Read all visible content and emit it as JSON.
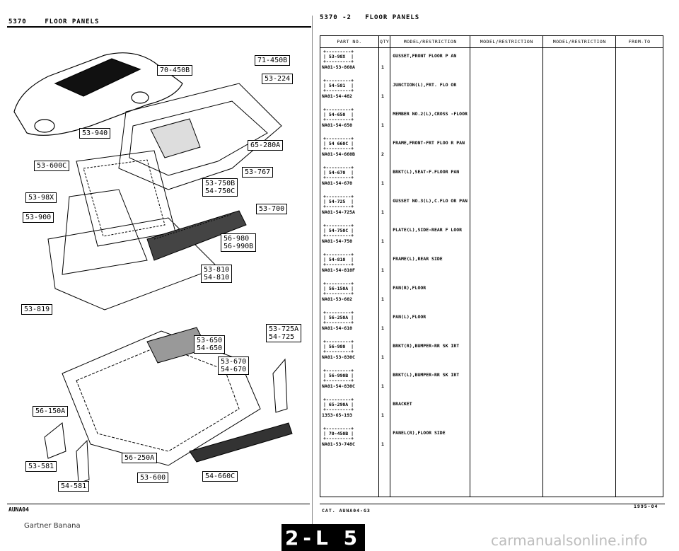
{
  "left_header": {
    "code": "5370",
    "title": "FLOOR PANELS"
  },
  "right_header": {
    "code": "5370 -2",
    "title": "FLOOR PANELS"
  },
  "callouts": [
    "71-450B",
    "70-450B",
    "53-224",
    "53-940",
    "53-600C",
    "53-98X",
    "53-900",
    "65-280A",
    "53-767",
    "53-750B",
    "54-750C",
    "53-700",
    "56-980",
    "56-990B",
    "53-810",
    "54-810",
    "53-819",
    "53-650",
    "54-650",
    "53-725A",
    "54-725",
    "53-670",
    "54-670",
    "56-150A",
    "56-250A",
    "53-581",
    "54-581",
    "53-600",
    "54-660C"
  ],
  "table": {
    "headers": [
      "PART NO.",
      "QTY",
      "MODEL/RESTRICTION",
      "MODEL/RESTRICTION",
      "MODEL/RESTRICTION",
      "FROM-TO"
    ],
    "rows": [
      {
        "box": "53-98X",
        "part": "NA01-53-860A",
        "qty": "1",
        "desc": "GUSSET,FRONT FLOOR P AN"
      },
      {
        "box": "54-581",
        "part": "NA01-54-482",
        "qty": "1",
        "desc": "JUNCTION(L),FRT. FLO OR"
      },
      {
        "box": "54-650",
        "part": "NA01-54-650",
        "qty": "1",
        "desc": "MEMBER NO.2(L),CROSS -FLOOR"
      },
      {
        "box": "54 660C",
        "part": "NA01-54-660B",
        "qty": "2",
        "desc": "FRAME,FRONT-FRT FLOO R PAN"
      },
      {
        "box": "54-670",
        "part": "NA01-54-670",
        "qty": "1",
        "desc": "BRKT(L),SEAT-F.FLOOR PAN"
      },
      {
        "box": "54-725",
        "part": "NA01-54-725A",
        "qty": "1",
        "desc": "GUSSET NO.3(L),C.FLO OR PAN"
      },
      {
        "box": "54-750C",
        "part": "NA01-54-750",
        "qty": "1",
        "desc": "PLATE(L),SIDE-REAR F LOOR"
      },
      {
        "box": "54-810",
        "part": "NA01-54-810F",
        "qty": "1",
        "desc": "FRAME(L),REAR SIDE"
      },
      {
        "box": "56-150A",
        "part": "NA01-53-602",
        "qty": "1",
        "desc": "PAN(R),FLOOR"
      },
      {
        "box": "56-250A",
        "part": "NA01-54-610",
        "qty": "1",
        "desc": "PAN(L),FLOOR"
      },
      {
        "box": "56-980",
        "part": "NA01-53-830C",
        "qty": "1",
        "desc": "BRKT(R),BUMPER-RR SK IRT"
      },
      {
        "box": "56-990B",
        "part": "NA01-54-830C",
        "qty": "1",
        "desc": "BRKT(L),BUMPER-RR SK IRT"
      },
      {
        "box": "65-290A",
        "part": "1353-65-193",
        "qty": "1",
        "desc": "BRACKET"
      },
      {
        "box": "70-450B",
        "part": "NA01-53-748C",
        "qty": "1",
        "desc": "PANEL(R),FLOOR SIDE"
      }
    ]
  },
  "footer": {
    "left_logo": "AUNA04",
    "cat": "CAT. AUNA04-G3",
    "date": "1995-04",
    "page": "2-L 5",
    "credit": "Gartner Banana",
    "watermark": "carmanualsonline.info"
  }
}
